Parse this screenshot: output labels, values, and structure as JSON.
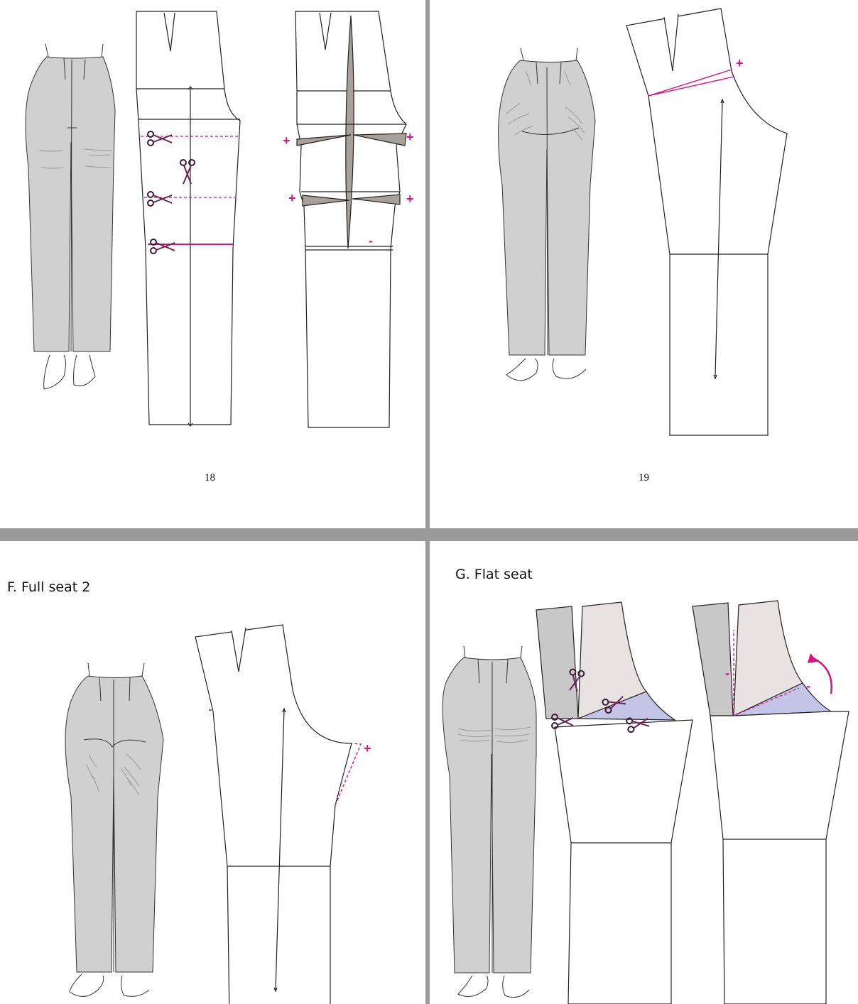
{
  "pages": [
    {
      "id": "top-left",
      "page_number": "18",
      "symbols": [
        "+",
        "+",
        "+",
        "+",
        "-"
      ]
    },
    {
      "id": "top-right",
      "page_number": "19",
      "symbols": [
        "+"
      ]
    },
    {
      "id": "bottom-left",
      "heading": "F. Full seat 2",
      "symbols": [
        "+"
      ]
    },
    {
      "id": "bottom-right",
      "heading": "G. Flat seat",
      "symbols": [
        "-",
        "-"
      ]
    }
  ],
  "colors": {
    "accent": "#d6157f",
    "garment_fill": "#d0d0d0",
    "dart_fill": "#a8a09c",
    "cut_fill_pink": "#e9e2e2",
    "cut_fill_gray": "#c8c8c8",
    "cut_fill_blue": "#c4c4e6",
    "line": "#222222"
  },
  "icons": [
    "scissors-icon",
    "curved-arrow-icon"
  ]
}
